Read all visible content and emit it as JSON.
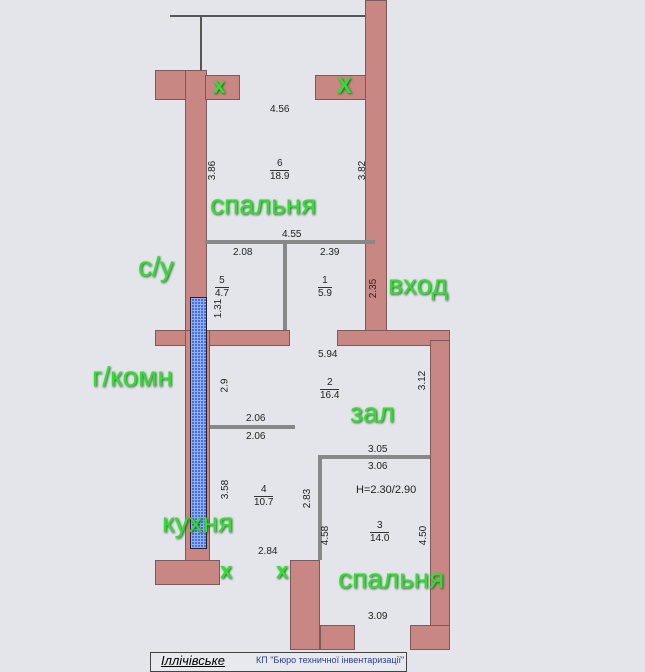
{
  "rooms": [
    {
      "number": "6",
      "area": "18.9"
    },
    {
      "number": "5",
      "area": "4.7"
    },
    {
      "number": "1",
      "area": "5.9"
    },
    {
      "number": "2",
      "area": "16.4"
    },
    {
      "number": "4",
      "area": "10.7"
    },
    {
      "number": "3",
      "area": "14.0"
    }
  ],
  "dimensions": {
    "d456": "4.56",
    "d386": "3.86",
    "d382": "3.82",
    "d455": "4.55",
    "d208": "2.08",
    "d239": "2.39",
    "d131": "1.31",
    "d235": "2.35",
    "d594": "5.94",
    "d29": "2.9",
    "d312": "3.12",
    "d206a": "2.06",
    "d206b": "2.06",
    "d305": "3.05",
    "d306": "3.06",
    "d358": "3.58",
    "d283": "2.83",
    "d458": "4.58",
    "d450": "4.50",
    "d284": "2.84",
    "d309": "3.09"
  },
  "height_label": "H=2.30/2.90",
  "labels": {
    "bedroom_top": "спальня",
    "bathroom": "с/у",
    "entrance": "вход",
    "corridor": "г/комн",
    "hall": "зал",
    "kitchen": "кухня",
    "bedroom_bottom": "спальня"
  },
  "marks": [
    "x",
    "X",
    "x",
    "x"
  ],
  "footer": {
    "city": "Іллічівське",
    "bureau": "КП \"Бюро техничної інвентаризації\""
  }
}
